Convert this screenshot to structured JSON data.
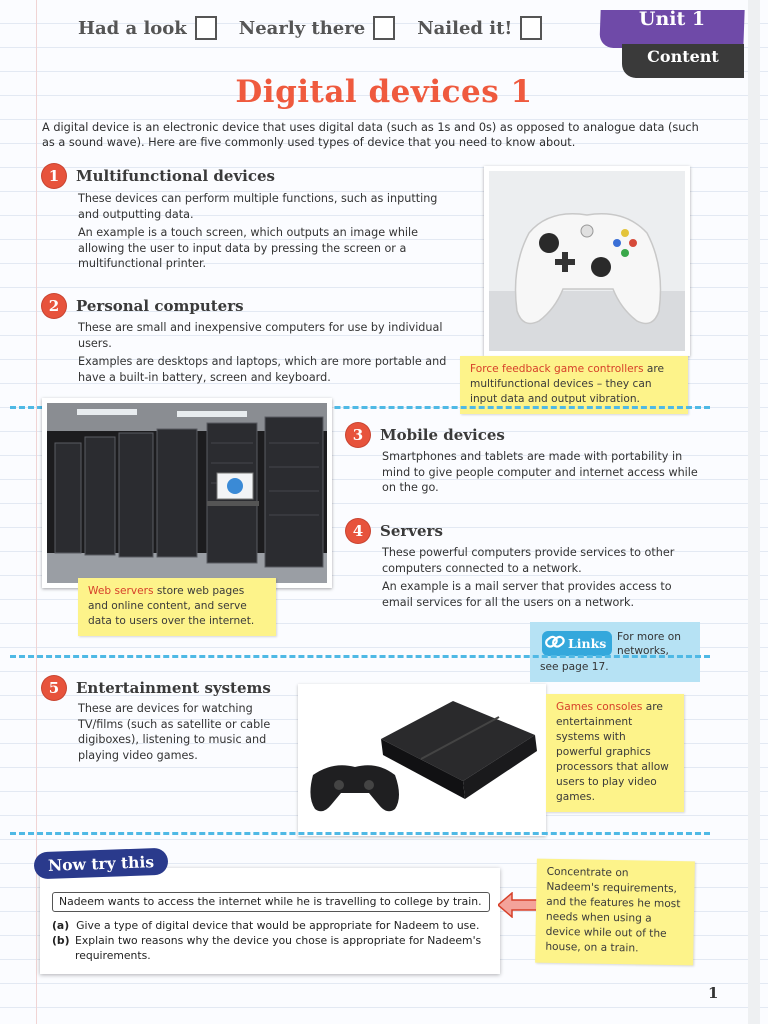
{
  "progress": {
    "had_a_look": "Had a look",
    "nearly_there": "Nearly there",
    "nailed_it": "Nailed it!"
  },
  "tabs": {
    "unit": "Unit 1",
    "content": "Content"
  },
  "title": "Digital devices 1",
  "intro": "A digital device is an electronic device that uses digital data (such as 1s and 0s) as opposed to analogue data (such as a sound wave). Here are five commonly used types of device that you need to know about.",
  "sections": [
    {
      "number": "1",
      "title": "Multifunctional devices",
      "paragraphs": [
        "These devices can perform multiple functions, such as inputting and outputting data.",
        "An example is a touch screen, which outputs an image while allowing the user to input data by pressing the screen or a multifunctional printer."
      ]
    },
    {
      "number": "2",
      "title": "Personal computers",
      "paragraphs": [
        "These are small and inexpensive computers for use by individual users.",
        "Examples are desktops and laptops, which are more portable and have a built-in battery, screen and keyboard."
      ]
    },
    {
      "number": "3",
      "title": "Mobile devices",
      "paragraphs": [
        "Smartphones and tablets are made with portability in mind to give people computer and internet access while on the go."
      ]
    },
    {
      "number": "4",
      "title": "Servers",
      "paragraphs": [
        "These powerful computers provide services to other computers connected to a network.",
        "An example is a mail server that provides access to email services for all the users on a network."
      ]
    },
    {
      "number": "5",
      "title": "Entertainment systems",
      "paragraphs": [
        "These are devices for watching TV/films (such as satellite or cable digiboxes), listening to music and playing video games."
      ]
    }
  ],
  "notes": {
    "controller": {
      "highlight": "Force feedback game controllers",
      "rest": " are multifunctional devices – they can input data and output vibration."
    },
    "server": {
      "highlight": "Web servers",
      "rest": " store web pages and online content, and serve data to users over the internet."
    },
    "console": {
      "highlight": "Games consoles",
      "rest": " are entertainment systems with powerful graphics processors that allow users to play video games."
    },
    "tip": "Concentrate on Nadeem's requirements, and the features he most needs when using a device while out of the house, on a train."
  },
  "links": {
    "label": "Links",
    "text": "For more on networks,",
    "tail": "see page 17."
  },
  "now_try_this": {
    "label": "Now try this",
    "question": "Nadeem wants to access the internet while he is travelling to college by train.",
    "parts": [
      {
        "letter": "(a)",
        "text": "Give a type of digital device that would be appropriate for Nadeem to use."
      },
      {
        "letter": "(b)",
        "text": "Explain two reasons why the device you chose is appropriate for Nadeem's requirements."
      }
    ]
  },
  "page_number": "1",
  "colors": {
    "title": "#ef5a3e",
    "number_circle": "#e7533c",
    "note_yellow": "#fdf38a",
    "links_blue": "#b6e2f4",
    "unit_tab": "#6f4aa8",
    "now_try_this": "#2a3a8c",
    "divider": "#4fb9e5"
  }
}
